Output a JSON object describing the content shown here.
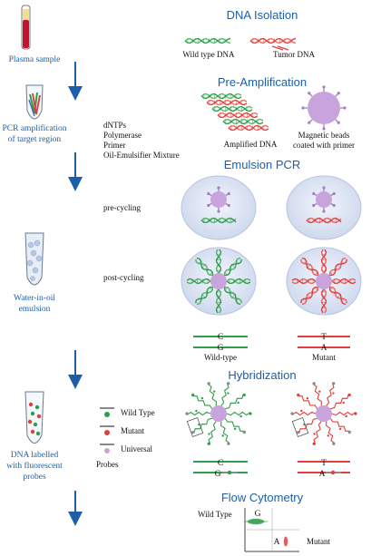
{
  "colors": {
    "stage_title": "#1c5fa8",
    "arrow": "#1c5fa8",
    "wild_type": "#2e9e4a",
    "mutant": "#e0403c",
    "bead": "#c9a3db",
    "droplet": "#dfe6f4",
    "tube_blood": "#c8102e"
  },
  "left_column": {
    "plasma": "Plasma sample",
    "pcr_line1": "PCR amplification",
    "pcr_line2": "of target region",
    "water_line1": "Water-in-oil",
    "water_line2": "emulsion",
    "dna_line1": "DNA labelled",
    "dna_line2": "with fluorescent",
    "dna_line3": "probes"
  },
  "reagents": [
    "dNTPs",
    "Polymerase",
    "Primer",
    "Oil-Emulsifier Mixture"
  ],
  "stages": {
    "isolation": {
      "title": "DNA Isolation",
      "wild_type_label": "Wild type DNA",
      "tumor_label": "Tumor DNA"
    },
    "preamp": {
      "title": "Pre-Amplification",
      "amplified_label": "Amplified DNA",
      "beads_line1": "Magnetic beads",
      "beads_line2": "coated with primer"
    },
    "emulsion": {
      "title": "Emulsion PCR",
      "precycling": "pre-cycling",
      "postcycling": "post-cycling",
      "wild_top": "C",
      "wild_bottom": "G",
      "wild_label": "Wild-type",
      "mut_top": "T",
      "mut_bottom": "A",
      "mut_label": "Mutant"
    },
    "hybridization": {
      "title": "Hybridization",
      "probe_wild": "Wild Type",
      "probe_mutant": "Mutant",
      "probe_universal": "Universal",
      "probes_label": "Probes",
      "wild_top": "C",
      "wild_bottom": "G",
      "mut_top": "T",
      "mut_bottom": "A"
    },
    "flow": {
      "title": "Flow Cytometry",
      "wild_label": "Wild Type",
      "gate_g": "G",
      "mutant_label": "Mutant",
      "gate_a": "A"
    }
  }
}
